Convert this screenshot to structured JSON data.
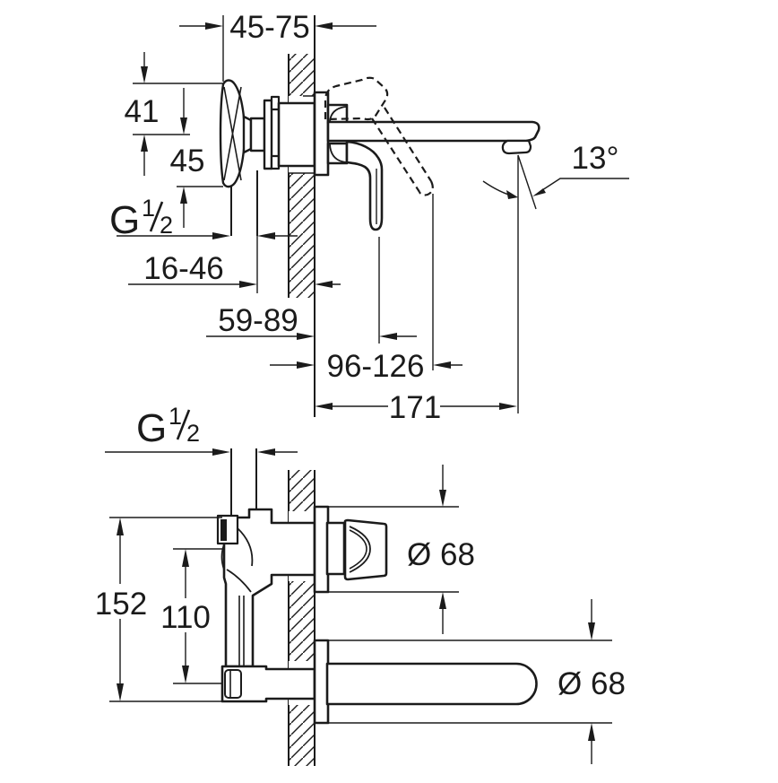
{
  "colors": {
    "ink": "#1b1b1b",
    "paper": "#ffffff"
  },
  "side_view": {
    "dim_rosette_to_wall": "45-75",
    "dim_above_center": "41",
    "dim_below_center": "45",
    "thread": {
      "letter": "G",
      "num": "1",
      "den": "2"
    },
    "dim_inlet_to_wall": "16-46",
    "dim_wall_to_lever": "59-89",
    "dim_wall_to_lever_open": "96-126",
    "dim_spout_reach": "171",
    "spout_angle": "13°"
  },
  "front_view": {
    "thread": {
      "letter": "G",
      "num": "1",
      "den": "2"
    },
    "dim_overall_height": "152",
    "dim_port_distance": "110",
    "dim_rosette_diameter_top": "Ø 68",
    "dim_rosette_diameter_bottom": "Ø 68"
  }
}
